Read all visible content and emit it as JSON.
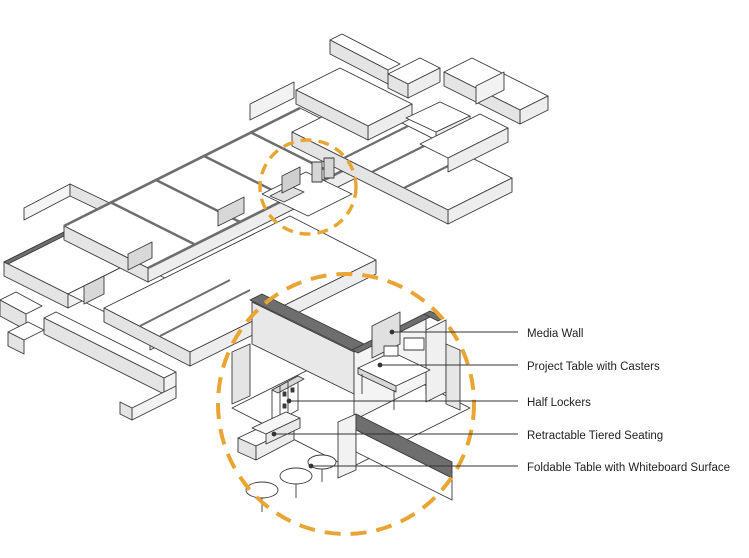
{
  "colors": {
    "accent_dash": "#E8A534",
    "wall_fill": "#FFFFFF",
    "wall_side": "#E4E4E4",
    "wall_top": "#6E6E6E",
    "outline": "#3A3A3A",
    "leader": "#333333"
  },
  "callouts": [
    {
      "label": "Media Wall"
    },
    {
      "label": "Project Table with Casters"
    },
    {
      "label": "Half Lockers"
    },
    {
      "label": "Retractable Tiered Seating"
    },
    {
      "label": "Foldable Table with Whiteboard Surface"
    }
  ]
}
